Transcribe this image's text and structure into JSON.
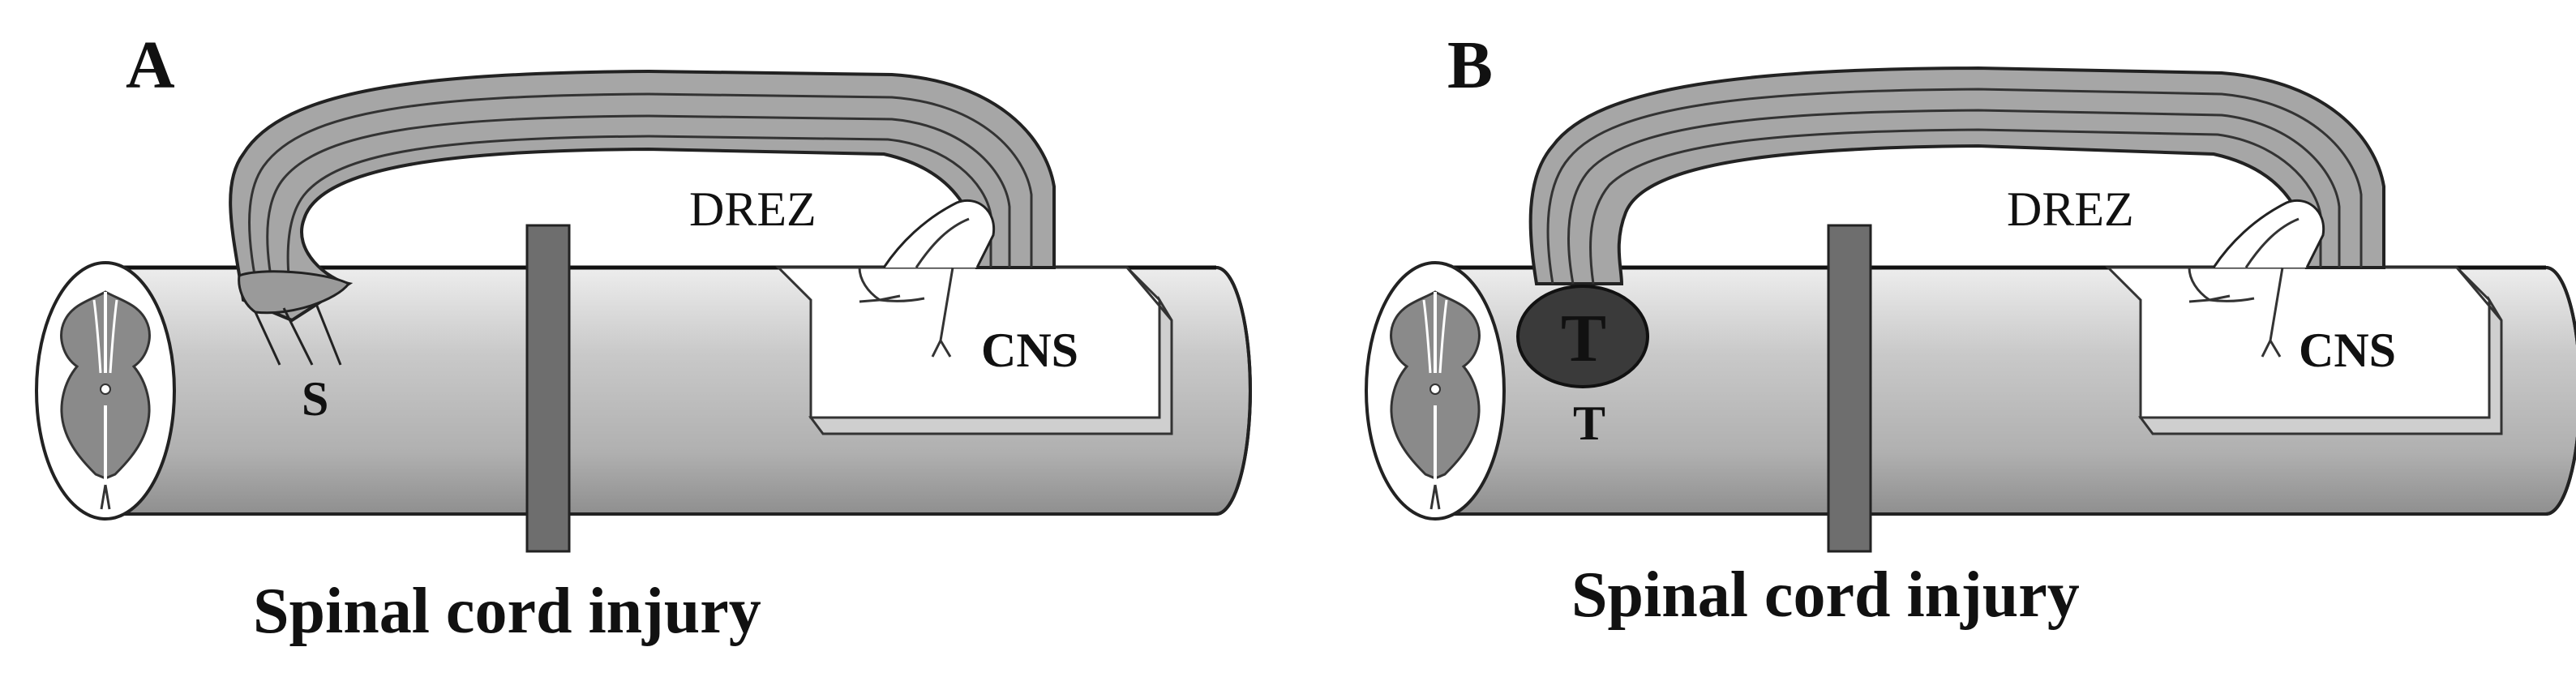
{
  "panels": {
    "a": {
      "letter": "A",
      "drez_label": "DREZ",
      "cns_label": "CNS",
      "graft_label": "S",
      "caption": "Spinal cord injury"
    },
    "b": {
      "letter": "B",
      "drez_label": "DREZ",
      "cns_label": "CNS",
      "tumor_label": "T",
      "graft_label": "T",
      "caption": "Spinal cord injury"
    }
  },
  "colors": {
    "cord_fill": "#c4c4c4",
    "cord_shadow": "#8e8e8e",
    "gray_matter": "#8a8a8a",
    "lesion_bar": "#6e6e6e",
    "nerve_bundle": "#a6a6a6",
    "tumor": "#3a3a3a"
  }
}
